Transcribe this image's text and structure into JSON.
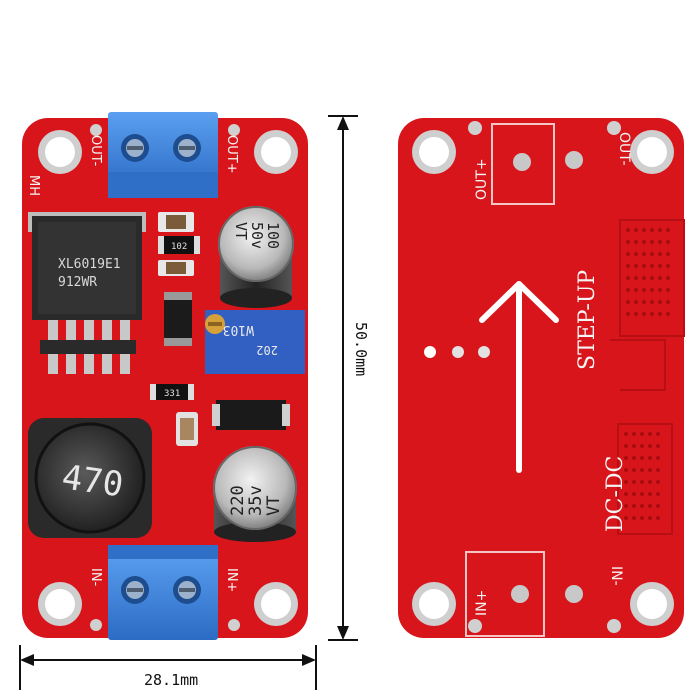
{
  "front": {
    "label_out_minus": "OUT-",
    "label_out_plus": "OUT+",
    "label_in_minus": "IN-",
    "label_in_plus": "IN+",
    "label_mh": "MH",
    "ic_line1": "XL6019E1",
    "ic_line2": "912WR",
    "inductor_code": "470",
    "cap_top_line1": "100",
    "cap_top_line2": "50v",
    "cap_top_line3": "VT",
    "cap_bottom_line1": "220",
    "cap_bottom_line2": "35v",
    "cap_bottom_line3": "VT",
    "trimpot_code": "W103",
    "resistor_102": "102",
    "resistor_331": "331"
  },
  "back": {
    "label_out_plus": "OUT+",
    "label_out_minus": "OUT-",
    "label_in_plus": "IN+",
    "label_in_minus": "IN-",
    "label_stepup": "STEP-UP",
    "label_dcdc": "DC-DC"
  },
  "dimensions": {
    "height_label": "50.0mm",
    "width_label": "28.1mm"
  },
  "colors": {
    "pcb": "#d8151b",
    "pcb_dark": "#b80f14",
    "terminal": "#3a7fd5",
    "silkscreen": "#f4f4f4"
  }
}
